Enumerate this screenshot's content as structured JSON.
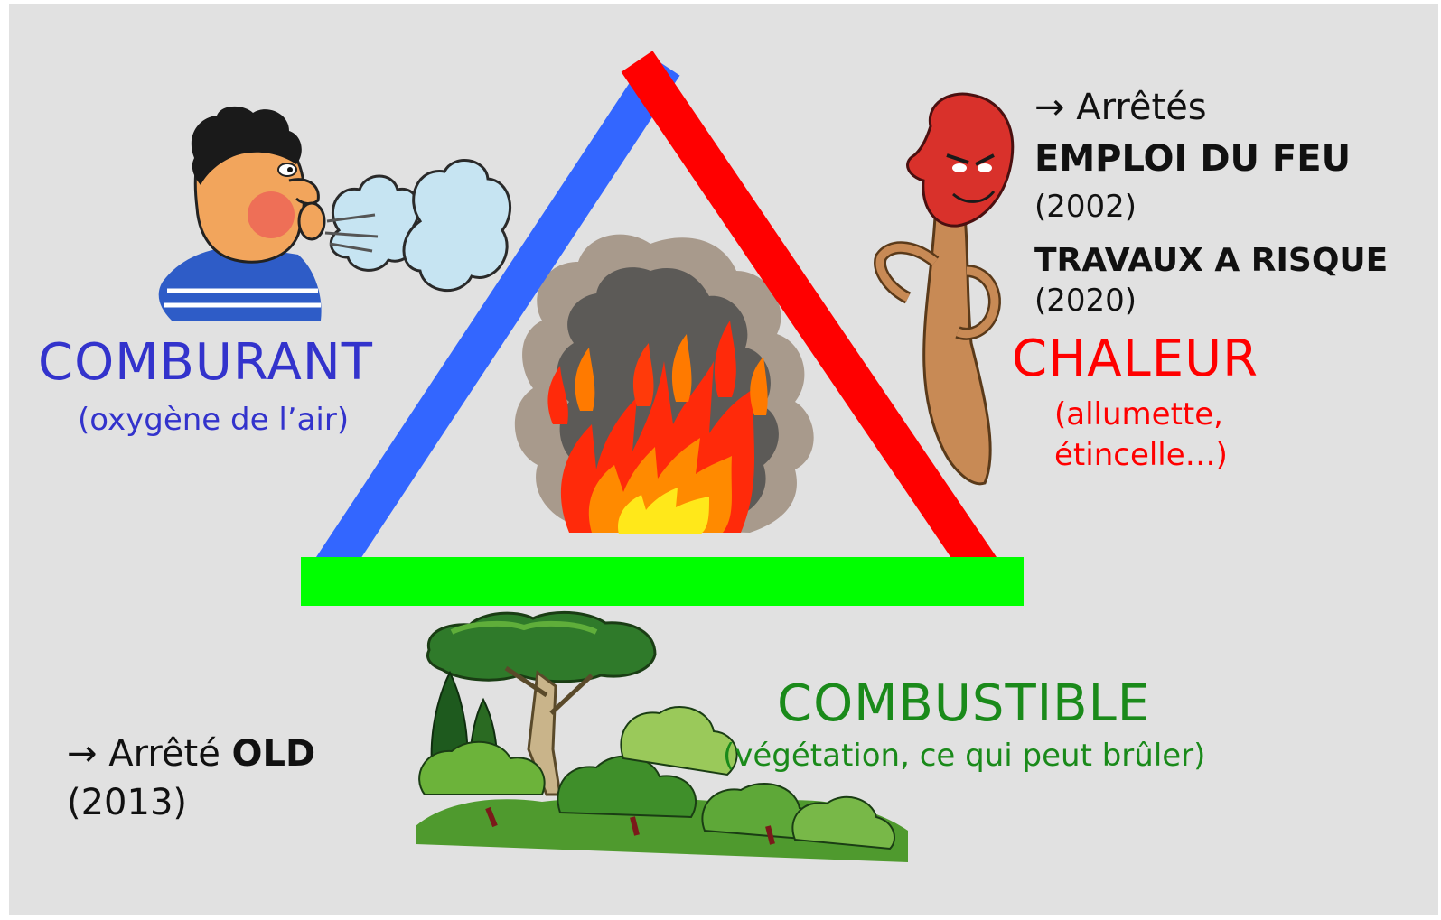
{
  "colors": {
    "comburant": "#3333cc",
    "chaleur": "#ff0000",
    "combustible": "#1a8a1a",
    "side_oxygen": "#3366ff",
    "side_heat": "#ff0000",
    "side_fuel": "#00ff00"
  },
  "comburant": {
    "title": "COMBURANT",
    "detail": "(oxygène de l’air)",
    "icon": "man-blowing-icon"
  },
  "chaleur": {
    "title": "CHALEUR",
    "detail_line1": "(allumette,",
    "detail_line2": "étincelle…)",
    "icon": "match-character-icon",
    "arretes": {
      "intro_arrow": "→",
      "intro": "Arrêtés",
      "emploi": "EMPLOI DU FEU",
      "emploi_year": "(2002)",
      "travaux": "TRAVAUX A RISQUE",
      "travaux_year": "(2020)"
    }
  },
  "combustible": {
    "title": "COMBUSTIBLE",
    "detail": "(végétation, ce qui peut brûler)",
    "icon": "forest-vegetation-icon",
    "arrete": {
      "arrow": "→",
      "label": "Arrêté",
      "name": "OLD",
      "year": "(2013)"
    }
  },
  "center_icon": "fire-icon"
}
